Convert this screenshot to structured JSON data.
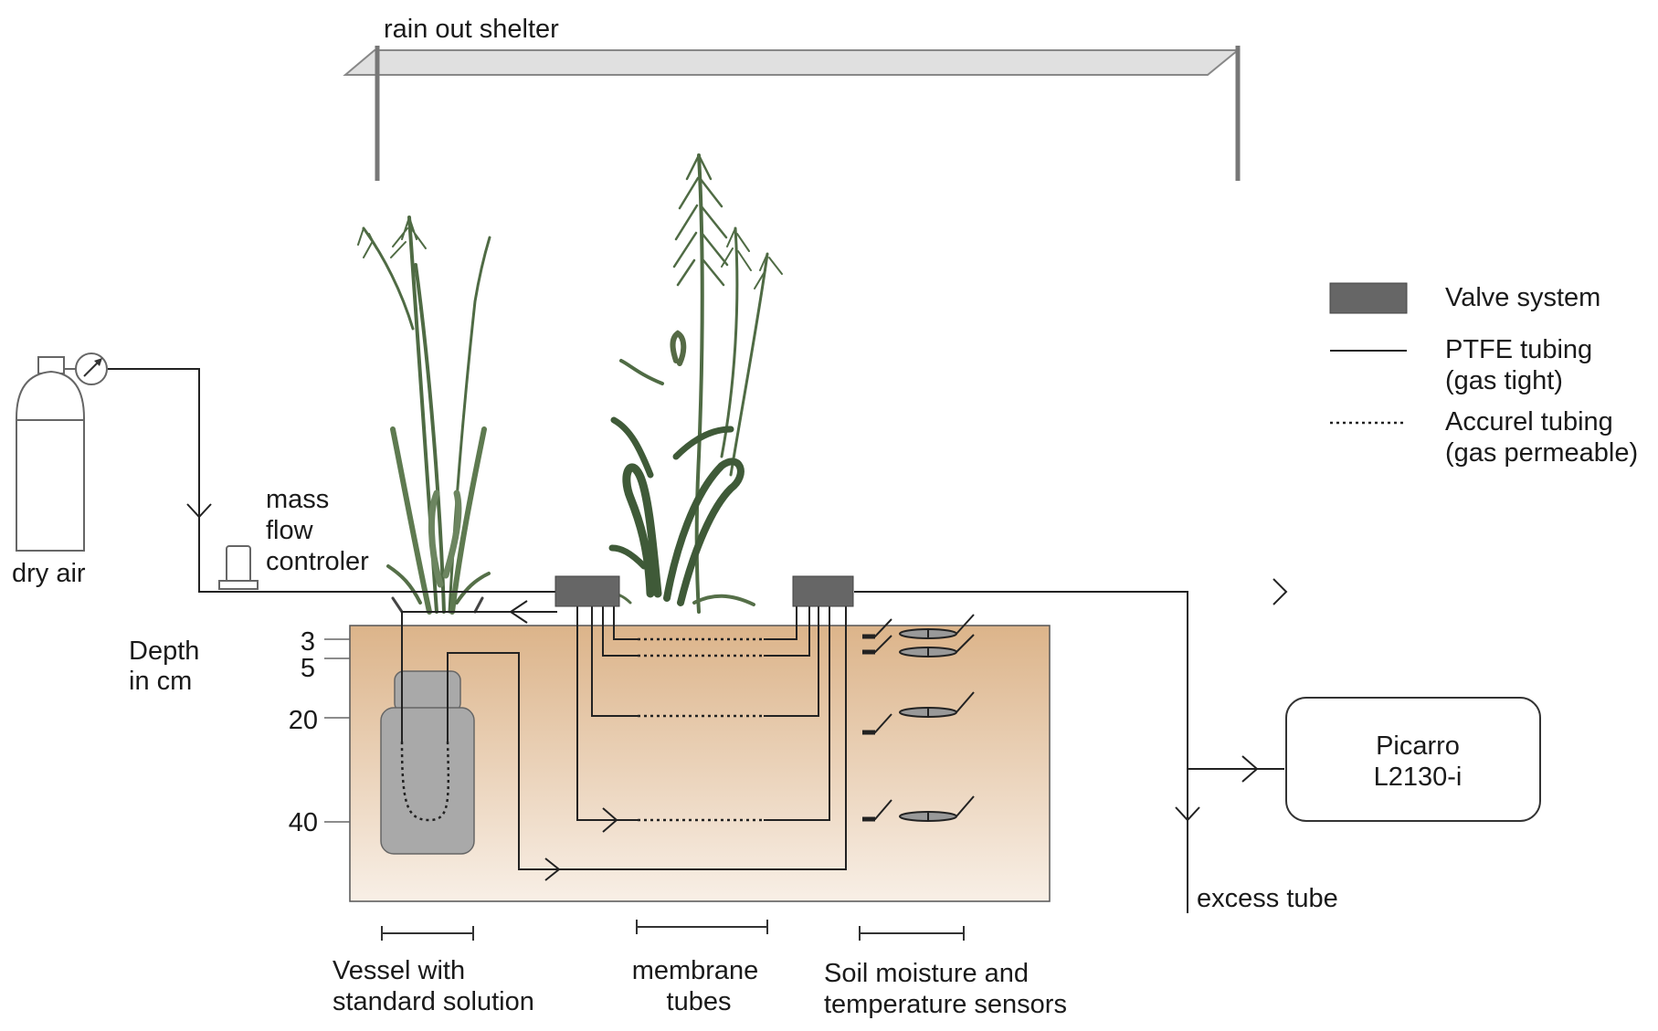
{
  "labels": {
    "rain_out_shelter": "rain out shelter",
    "dry_air": "dry air",
    "mass_flow_line1": "mass",
    "mass_flow_line2": "flow",
    "mass_flow_line3": "controler",
    "depth_line1": "Depth",
    "depth_line2": "in cm",
    "excess_tube": "excess tube",
    "picarro_line1": "Picarro",
    "picarro_line2": "L2130-i",
    "vessel_line1": "Vessel with",
    "vessel_line2": "standard solution",
    "membrane_line1": "membrane",
    "membrane_line2": "tubes",
    "sensors_line1": "Soil moisture and",
    "sensors_line2": "temperature sensors"
  },
  "depth_ticks": [
    "3",
    "5",
    "20",
    "40"
  ],
  "legend": {
    "valve": "Valve system",
    "ptfe_line1": "PTFE tubing",
    "ptfe_line2": "(gas tight)",
    "accurel_line1": "Accurel tubing",
    "accurel_line2": "(gas permeable)"
  },
  "colors": {
    "soil_top": "#dcb48a",
    "soil_bottom": "#f8efe6",
    "valve": "#666666",
    "vessel": "#a9a9a9",
    "shelter_roof": "#e0e0e0",
    "plant": "#4f6b44"
  }
}
